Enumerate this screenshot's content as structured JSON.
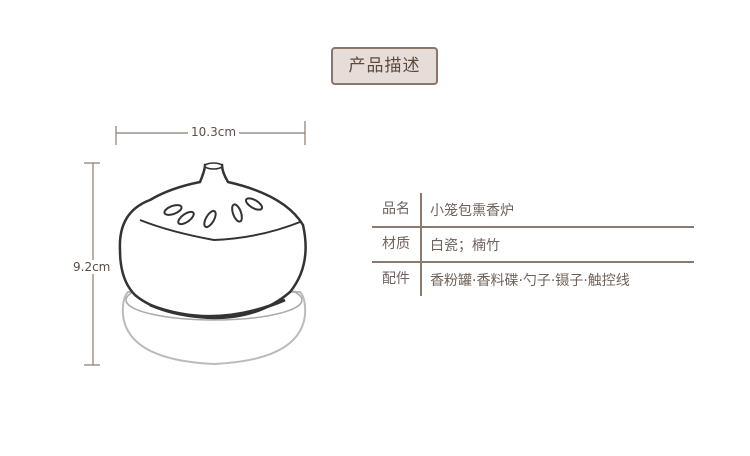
{
  "title": "产品描述",
  "dimensions": {
    "width": "10.3cm",
    "height": "9.2cm"
  },
  "specs": [
    {
      "label": "品名",
      "value": "小笼包熏香炉"
    },
    {
      "label": "材质",
      "value": "白瓷；楠竹"
    },
    {
      "label": "配件",
      "value": "香粉罐·香料碟·勺子·镊子·触控线"
    }
  ]
}
